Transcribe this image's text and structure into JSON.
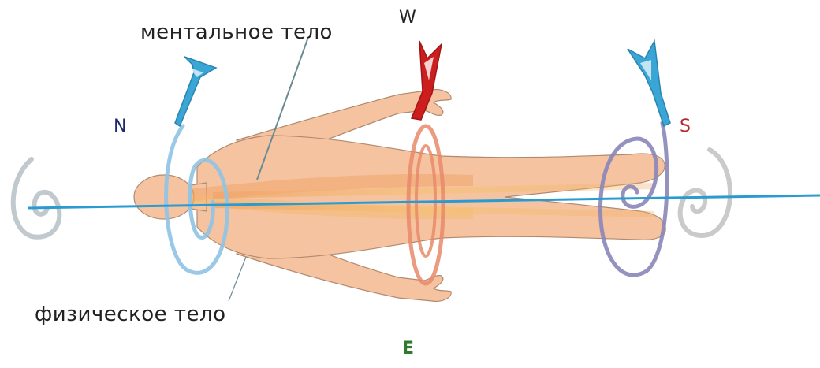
{
  "labels": {
    "mental_body": "ментальное тело",
    "physical_body": "физическое тело"
  },
  "directions": {
    "north": "N",
    "south": "S",
    "west": "W",
    "east": "E"
  },
  "colors": {
    "axis": "#2a9bd0",
    "north_spiral": "#8fc3e6",
    "south_spiral": "#8a86b8",
    "center_ring": "#e88a6a",
    "west_arrow": "#cc1e1e",
    "blue_arrows": "#3aa6d6",
    "body_fill": "#f6c3a0",
    "body_stroke": "#b08a70",
    "north_label": "#1f2a6e",
    "south_label": "#b22a2a",
    "east_label": "#2f7a2f"
  }
}
